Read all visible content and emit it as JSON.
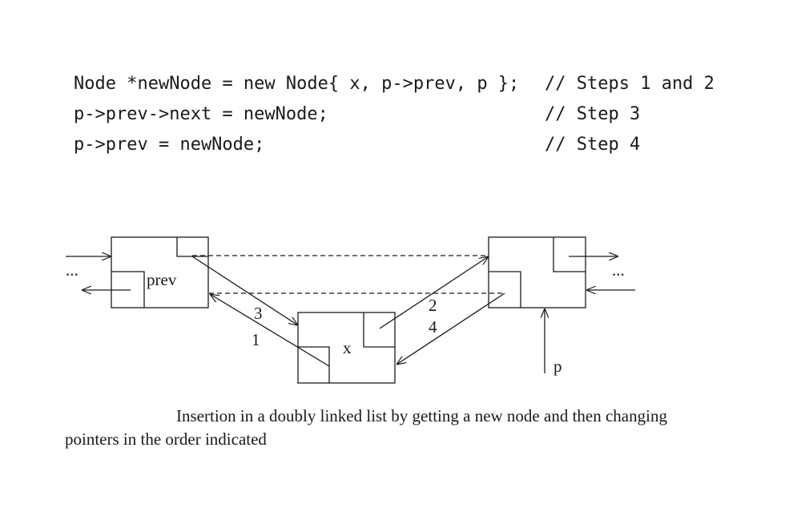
{
  "code": {
    "lines": [
      {
        "statement": "Node *newNode = new Node{ x, p->prev, p };",
        "comment": "// Steps 1 and 2"
      },
      {
        "statement": "p->prev->next = newNode;",
        "comment": "// Step 3"
      },
      {
        "statement": "p->prev = newNode;",
        "comment": "// Step 4"
      }
    ]
  },
  "diagram": {
    "nodes": [
      {
        "label": "prev"
      },
      {
        "label": "x"
      },
      {
        "label": ""
      }
    ],
    "ellipsis_left": "...",
    "ellipsis_right": "...",
    "pointer_label": "p",
    "step_labels": [
      "1",
      "2",
      "3",
      "4"
    ],
    "colors": {
      "ink": "#1a1a1a",
      "background": "#ffffff"
    }
  },
  "caption": {
    "line1": "Insertion in a doubly linked list by getting a new node and then changing",
    "line2": "pointers in the order indicated"
  }
}
